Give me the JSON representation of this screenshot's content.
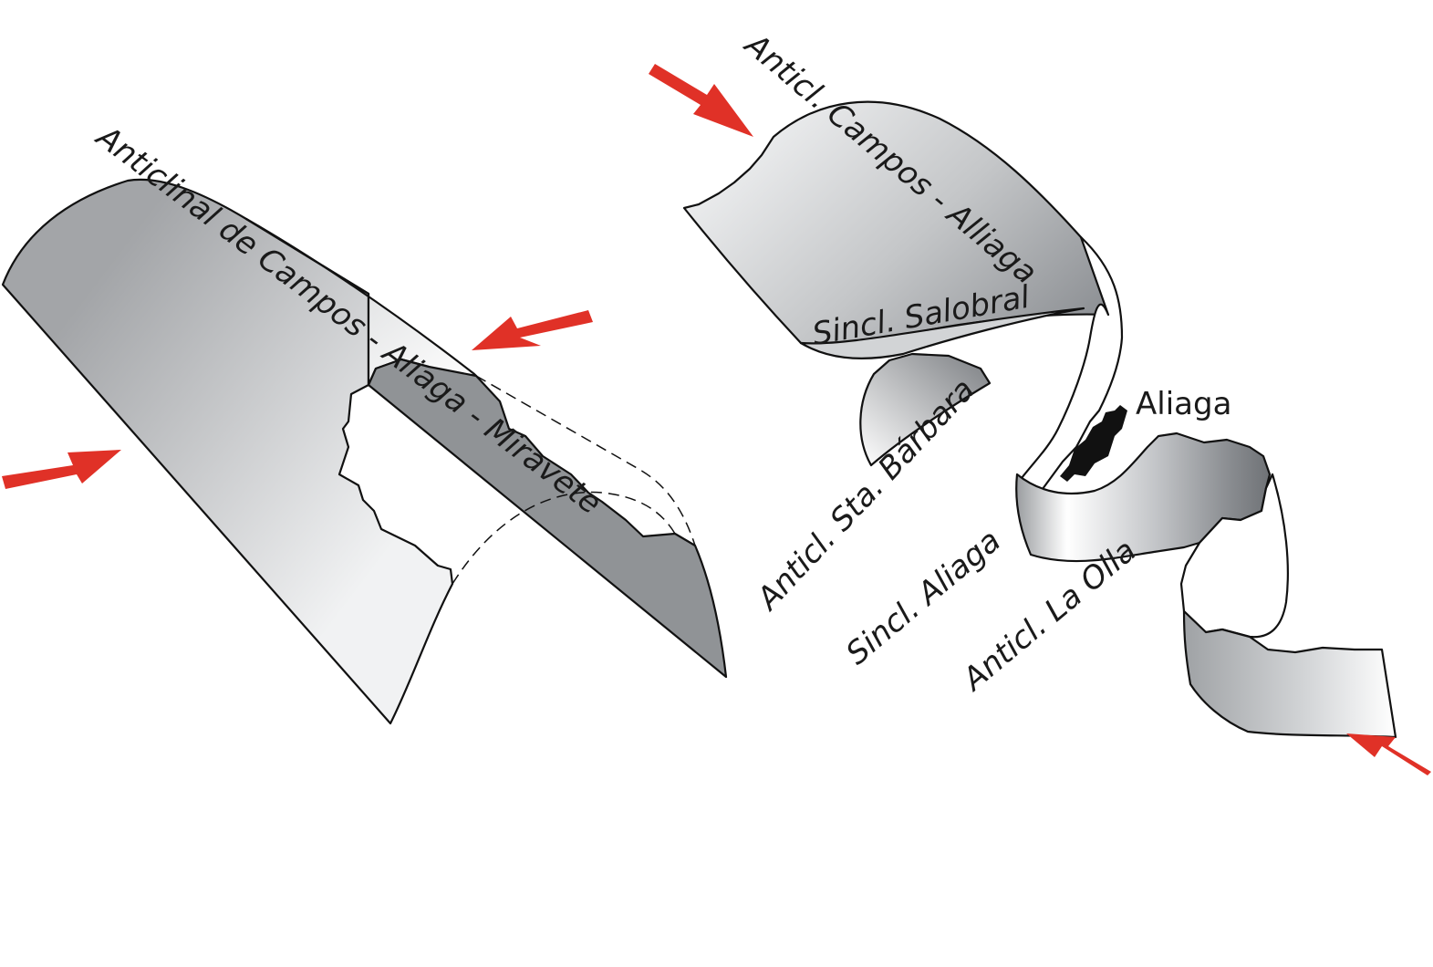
{
  "left_block": {
    "anticline_label": "Anticlinal de Campos - Aliaga - Miravete"
  },
  "right_block": {
    "campos_label": "Anticl. Campos - Alliaga",
    "salobral_label": "Sincl. Salobral",
    "sta_barbara_label": "Anticl. Sta. Bárbara",
    "sincl_aliaga_label": "Sincl. Aliaga",
    "la_olla_label": "Anticl. La Olla",
    "town_label": "Aliaga"
  },
  "colors": {
    "arrow": "#e03127",
    "surface_light": "#f2f3f4",
    "surface_mid": "#b9bbbe",
    "surface_dark": "#8d9094",
    "town": "#111111"
  }
}
